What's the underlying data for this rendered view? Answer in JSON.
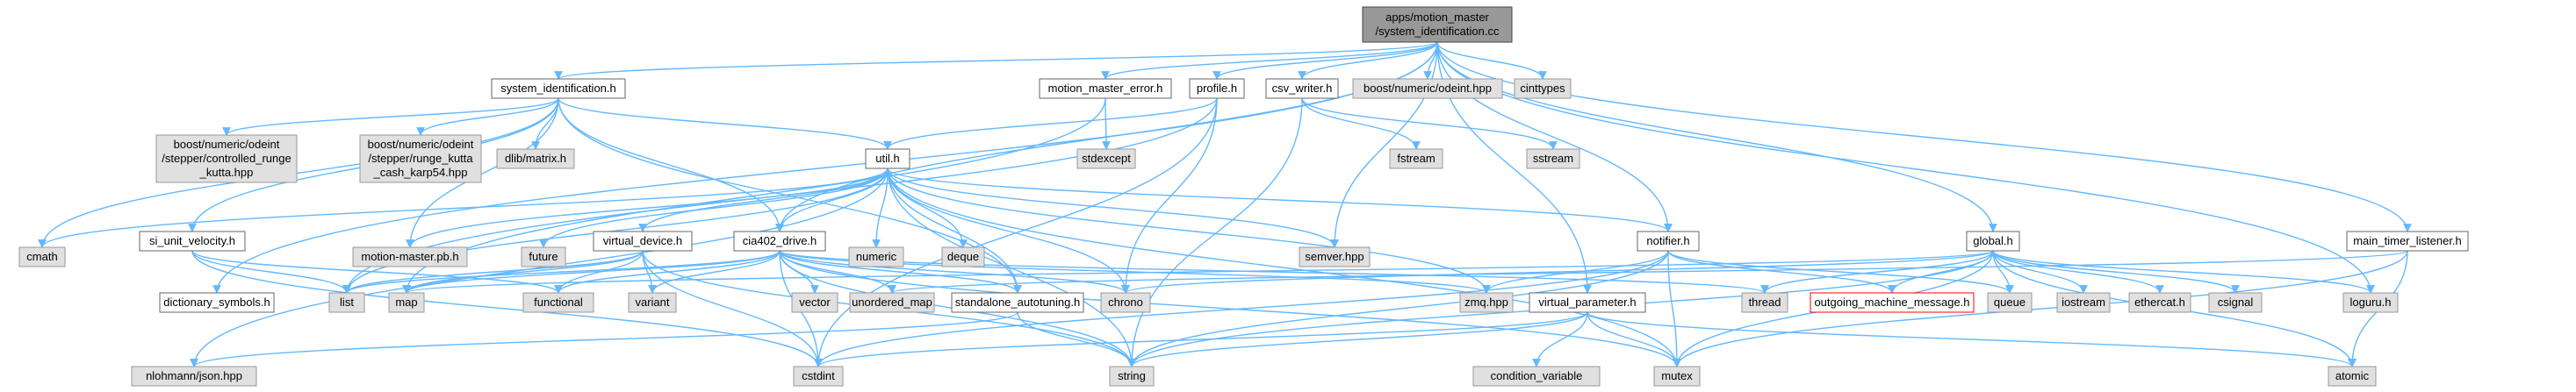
{
  "graph": {
    "nodes": [
      {
        "id": "root",
        "lines": [
          "apps/motion_master",
          "/system_identification.cc"
        ],
        "kind": "source"
      },
      {
        "id": "sysid",
        "lines": [
          "system_identification.h"
        ],
        "kind": "header"
      },
      {
        "id": "mmerr",
        "lines": [
          "motion_master_error.h"
        ],
        "kind": "header"
      },
      {
        "id": "profile",
        "lines": [
          "profile.h"
        ],
        "kind": "header"
      },
      {
        "id": "csvw",
        "lines": [
          "csv_writer.h"
        ],
        "kind": "header"
      },
      {
        "id": "odeint",
        "lines": [
          "boost/numeric/odeint.hpp"
        ],
        "kind": "external"
      },
      {
        "id": "cinttypes",
        "lines": [
          "cinttypes"
        ],
        "kind": "external"
      },
      {
        "id": "odeint_ctrl",
        "lines": [
          "boost/numeric/odeint",
          "/stepper/controlled_runge",
          "_kutta.hpp"
        ],
        "kind": "external"
      },
      {
        "id": "odeint_rk",
        "lines": [
          "boost/numeric/odeint",
          "/stepper/runge_kutta",
          "_cash_karp54.hpp"
        ],
        "kind": "external"
      },
      {
        "id": "dlib",
        "lines": [
          "dlib/matrix.h"
        ],
        "kind": "external"
      },
      {
        "id": "util",
        "lines": [
          "util.h"
        ],
        "kind": "header"
      },
      {
        "id": "stdexcept",
        "lines": [
          "stdexcept"
        ],
        "kind": "external"
      },
      {
        "id": "fstream",
        "lines": [
          "fstream"
        ],
        "kind": "external"
      },
      {
        "id": "sstream",
        "lines": [
          "sstream"
        ],
        "kind": "external"
      },
      {
        "id": "cmath",
        "lines": [
          "cmath"
        ],
        "kind": "external"
      },
      {
        "id": "siuv",
        "lines": [
          "si_unit_velocity.h"
        ],
        "kind": "header"
      },
      {
        "id": "mmpb",
        "lines": [
          "motion-master.pb.h"
        ],
        "kind": "external"
      },
      {
        "id": "future",
        "lines": [
          "future"
        ],
        "kind": "external"
      },
      {
        "id": "vdev",
        "lines": [
          "virtual_device.h"
        ],
        "kind": "header"
      },
      {
        "id": "cia",
        "lines": [
          "cia402_drive.h"
        ],
        "kind": "header"
      },
      {
        "id": "numeric",
        "lines": [
          "numeric"
        ],
        "kind": "external"
      },
      {
        "id": "deque",
        "lines": [
          "deque"
        ],
        "kind": "external"
      },
      {
        "id": "semver",
        "lines": [
          "semver.hpp"
        ],
        "kind": "external"
      },
      {
        "id": "notifier",
        "lines": [
          "notifier.h"
        ],
        "kind": "header"
      },
      {
        "id": "global",
        "lines": [
          "global.h"
        ],
        "kind": "header"
      },
      {
        "id": "mtl",
        "lines": [
          "main_timer_listener.h"
        ],
        "kind": "header"
      },
      {
        "id": "dict",
        "lines": [
          "dictionary_symbols.h"
        ],
        "kind": "header"
      },
      {
        "id": "list",
        "lines": [
          "list"
        ],
        "kind": "external"
      },
      {
        "id": "map",
        "lines": [
          "map"
        ],
        "kind": "external"
      },
      {
        "id": "functional",
        "lines": [
          "functional"
        ],
        "kind": "external"
      },
      {
        "id": "variant",
        "lines": [
          "variant"
        ],
        "kind": "external"
      },
      {
        "id": "vector",
        "lines": [
          "vector"
        ],
        "kind": "external"
      },
      {
        "id": "umap",
        "lines": [
          "unordered_map"
        ],
        "kind": "external"
      },
      {
        "id": "sat",
        "lines": [
          "standalone_autotuning.h"
        ],
        "kind": "header"
      },
      {
        "id": "chrono",
        "lines": [
          "chrono"
        ],
        "kind": "external"
      },
      {
        "id": "zmq",
        "lines": [
          "zmq.hpp"
        ],
        "kind": "external"
      },
      {
        "id": "vparam",
        "lines": [
          "virtual_parameter.h"
        ],
        "kind": "header"
      },
      {
        "id": "thread",
        "lines": [
          "thread"
        ],
        "kind": "external"
      },
      {
        "id": "omm",
        "lines": [
          "outgoing_machine_message.h"
        ],
        "kind": "missing"
      },
      {
        "id": "queue",
        "lines": [
          "queue"
        ],
        "kind": "external"
      },
      {
        "id": "iostream",
        "lines": [
          "iostream"
        ],
        "kind": "external"
      },
      {
        "id": "ethercat",
        "lines": [
          "ethercat.h"
        ],
        "kind": "external"
      },
      {
        "id": "csignal",
        "lines": [
          "csignal"
        ],
        "kind": "external"
      },
      {
        "id": "loguru",
        "lines": [
          "loguru.h"
        ],
        "kind": "external"
      },
      {
        "id": "json",
        "lines": [
          "nlohmann/json.hpp"
        ],
        "kind": "external"
      },
      {
        "id": "cstdint",
        "lines": [
          "cstdint"
        ],
        "kind": "external"
      },
      {
        "id": "string",
        "lines": [
          "string"
        ],
        "kind": "external"
      },
      {
        "id": "mutex",
        "lines": [
          "mutex"
        ],
        "kind": "external"
      },
      {
        "id": "atomic",
        "lines": [
          "atomic"
        ],
        "kind": "external"
      },
      {
        "id": "condvar",
        "lines": [
          "condition_variable"
        ],
        "kind": "external"
      }
    ],
    "edges": [
      [
        "root",
        "sysid"
      ],
      [
        "root",
        "mmerr"
      ],
      [
        "root",
        "profile"
      ],
      [
        "root",
        "csvw"
      ],
      [
        "root",
        "odeint"
      ],
      [
        "root",
        "cinttypes"
      ],
      [
        "root",
        "cia"
      ],
      [
        "root",
        "dict"
      ],
      [
        "root",
        "semver"
      ],
      [
        "root",
        "notifier"
      ],
      [
        "root",
        "global"
      ],
      [
        "root",
        "mtl"
      ],
      [
        "root",
        "loguru"
      ],
      [
        "root",
        "vparam"
      ],
      [
        "sysid",
        "odeint_ctrl"
      ],
      [
        "sysid",
        "odeint_rk"
      ],
      [
        "sysid",
        "dlib"
      ],
      [
        "sysid",
        "util"
      ],
      [
        "sysid",
        "cmath"
      ],
      [
        "sysid",
        "siuv"
      ],
      [
        "sysid",
        "mmpb"
      ],
      [
        "sysid",
        "cia"
      ],
      [
        "sysid",
        "sat"
      ],
      [
        "mmerr",
        "stdexcept"
      ],
      [
        "mmerr",
        "map"
      ],
      [
        "profile",
        "util"
      ],
      [
        "profile",
        "chrono"
      ],
      [
        "profile",
        "cstdint"
      ],
      [
        "profile",
        "list"
      ],
      [
        "csvw",
        "fstream"
      ],
      [
        "csvw",
        "sstream"
      ],
      [
        "csvw",
        "string"
      ],
      [
        "util",
        "cmath"
      ],
      [
        "util",
        "mmpb"
      ],
      [
        "util",
        "future"
      ],
      [
        "util",
        "vdev"
      ],
      [
        "util",
        "cia"
      ],
      [
        "util",
        "numeric"
      ],
      [
        "util",
        "deque"
      ],
      [
        "util",
        "semver"
      ],
      [
        "util",
        "notifier"
      ],
      [
        "util",
        "chrono"
      ],
      [
        "util",
        "zmq"
      ],
      [
        "util",
        "string"
      ],
      [
        "util",
        "list"
      ],
      [
        "util",
        "json"
      ],
      [
        "util",
        "sat"
      ],
      [
        "util",
        "mutex"
      ],
      [
        "siuv",
        "list"
      ],
      [
        "siuv",
        "functional"
      ],
      [
        "siuv",
        "cstdint"
      ],
      [
        "vdev",
        "list"
      ],
      [
        "vdev",
        "map"
      ],
      [
        "vdev",
        "functional"
      ],
      [
        "vdev",
        "variant"
      ],
      [
        "vdev",
        "cstdint"
      ],
      [
        "vdev",
        "string"
      ],
      [
        "cia",
        "list"
      ],
      [
        "cia",
        "map"
      ],
      [
        "cia",
        "functional"
      ],
      [
        "cia",
        "variant"
      ],
      [
        "cia",
        "vector"
      ],
      [
        "cia",
        "umap"
      ],
      [
        "cia",
        "sat"
      ],
      [
        "cia",
        "chrono"
      ],
      [
        "cia",
        "cstdint"
      ],
      [
        "cia",
        "string"
      ],
      [
        "cia",
        "thread"
      ],
      [
        "cia",
        "mutex"
      ],
      [
        "cia",
        "zmq"
      ],
      [
        "notifier",
        "zmq"
      ],
      [
        "notifier",
        "omm"
      ],
      [
        "notifier",
        "queue"
      ],
      [
        "notifier",
        "mutex"
      ],
      [
        "notifier",
        "string"
      ],
      [
        "notifier",
        "cstdint"
      ],
      [
        "global",
        "queue"
      ],
      [
        "global",
        "iostream"
      ],
      [
        "global",
        "ethercat"
      ],
      [
        "global",
        "csignal"
      ],
      [
        "global",
        "loguru"
      ],
      [
        "global",
        "atomic"
      ],
      [
        "global",
        "mutex"
      ],
      [
        "global",
        "map"
      ],
      [
        "global",
        "chrono"
      ],
      [
        "global",
        "string"
      ],
      [
        "global",
        "omm"
      ],
      [
        "global",
        "thread"
      ],
      [
        "mtl",
        "mutex"
      ],
      [
        "mtl",
        "atomic"
      ],
      [
        "mtl",
        "umap"
      ],
      [
        "sat",
        "json"
      ],
      [
        "sat",
        "string"
      ],
      [
        "vparam",
        "cstdint"
      ],
      [
        "vparam",
        "string"
      ],
      [
        "vparam",
        "mutex"
      ],
      [
        "vparam",
        "condvar"
      ],
      [
        "vparam",
        "atomic"
      ]
    ]
  }
}
